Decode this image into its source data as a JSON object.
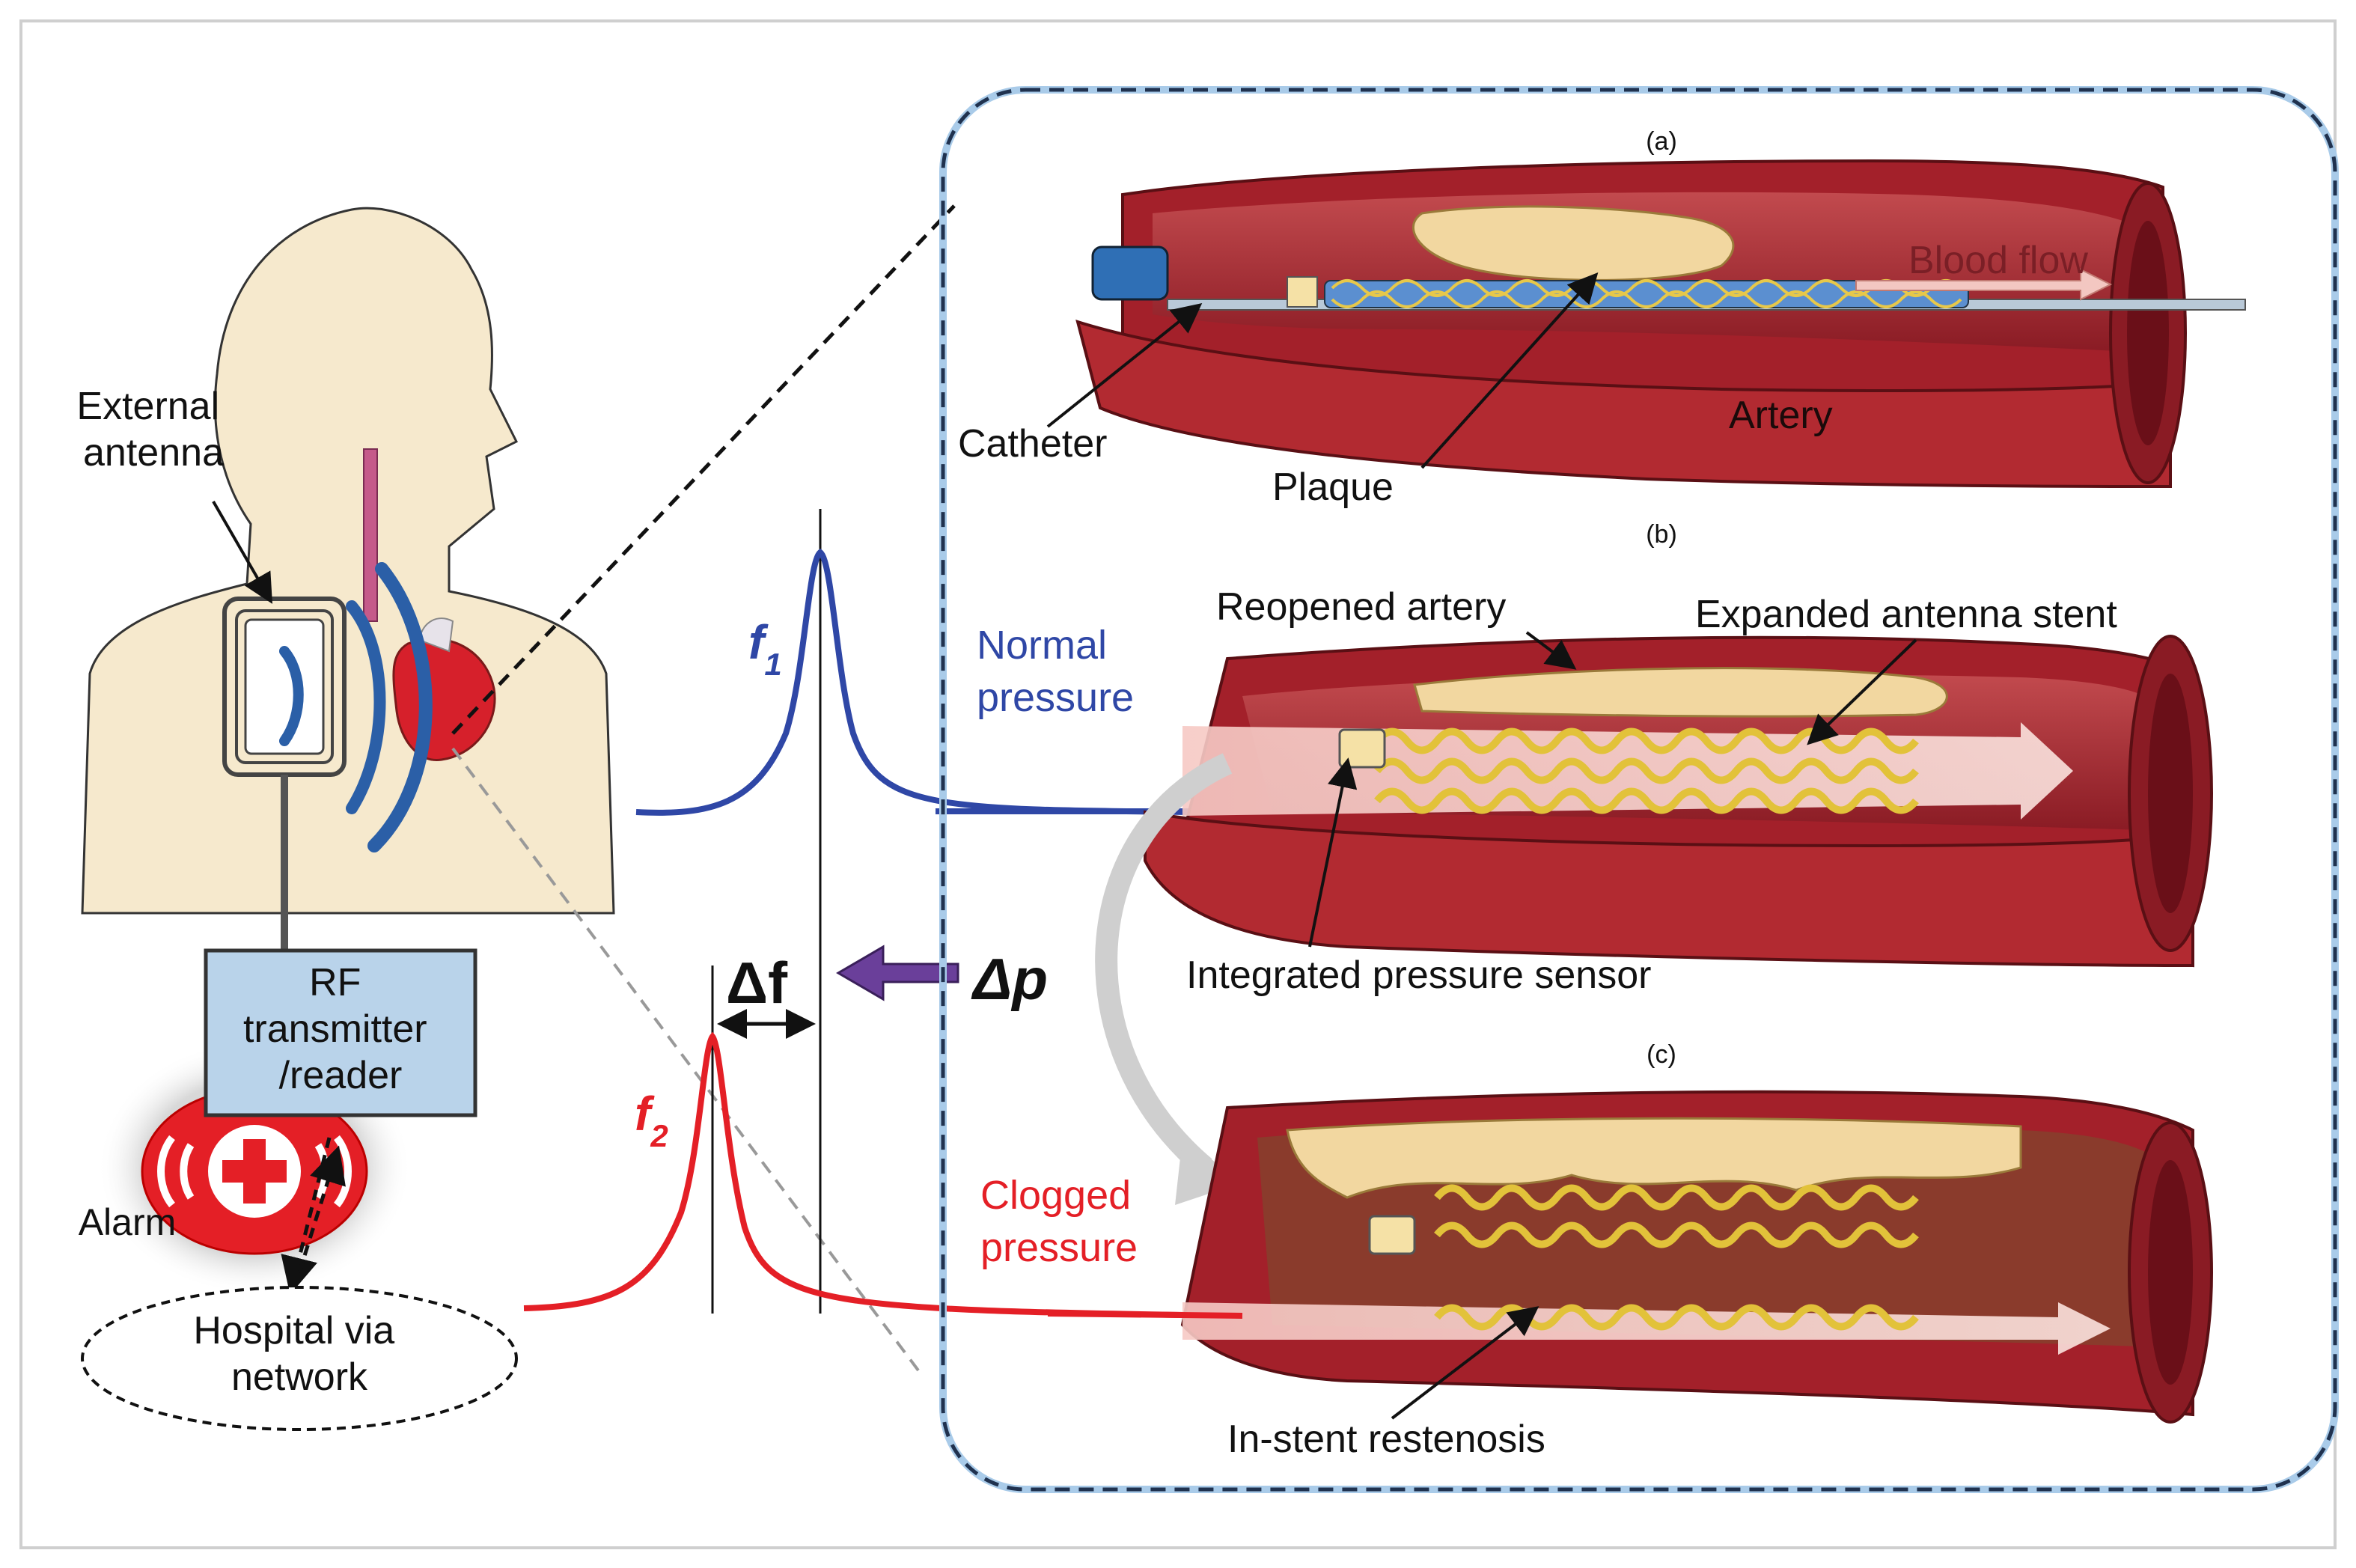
{
  "labels": {
    "external_antenna": [
      "External",
      "antenna"
    ],
    "rf_box": [
      "RF",
      "transmitter",
      "/reader"
    ],
    "alarm": "Alarm",
    "hospital": [
      "Hospital via",
      "network"
    ],
    "f1_base": "f",
    "f1_sub": "1",
    "f2_base": "f",
    "f2_sub": "2",
    "normal_pressure": [
      "Normal",
      "pressure"
    ],
    "clogged_pressure": [
      "Clogged",
      "pressure"
    ],
    "delta_f": "Δf",
    "delta_p": "Δp",
    "panel_a": "(a)",
    "panel_b": "(b)",
    "panel_c": "(c)",
    "blood_flow": "Blood flow",
    "catheter": "Catheter",
    "plaque": "Plaque",
    "artery": "Artery",
    "reopened_artery": "Reopened artery",
    "expanded_stent": "Expanded antenna stent",
    "pressure_sensor": "Integrated pressure sensor",
    "restenosis": "In-stent restenosis"
  },
  "colors": {
    "normal": "#2f47a6",
    "clogged": "#e41f26",
    "artery": "#a3202a",
    "plaque": "#f2d7a0",
    "skin": "#f6e9cd",
    "rf_box": "#b9d3ea",
    "frame": "#20324f",
    "delta_arrow": "#6a3f9a"
  }
}
